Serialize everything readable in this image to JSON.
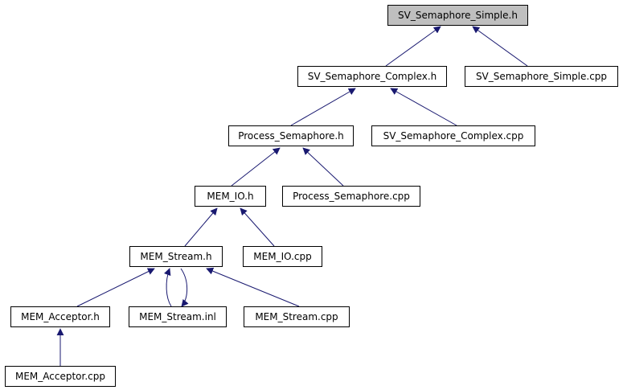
{
  "diagram": {
    "colors": {
      "edge": "#191970",
      "root_fill": "#bfbfbf",
      "node_fill": "#ffffff",
      "border": "#000000"
    },
    "nodes": {
      "sv_semaphore_simple_h": "SV_Semaphore_Simple.h",
      "sv_semaphore_complex_h": "SV_Semaphore_Complex.h",
      "sv_semaphore_simple_cpp": "SV_Semaphore_Simple.cpp",
      "process_semaphore_h": "Process_Semaphore.h",
      "sv_semaphore_complex_cpp": "SV_Semaphore_Complex.cpp",
      "mem_io_h": "MEM_IO.h",
      "process_semaphore_cpp": "Process_Semaphore.cpp",
      "mem_stream_h": "MEM_Stream.h",
      "mem_io_cpp": "MEM_IO.cpp",
      "mem_acceptor_h": "MEM_Acceptor.h",
      "mem_stream_inl": "MEM_Stream.inl",
      "mem_stream_cpp": "MEM_Stream.cpp",
      "mem_acceptor_cpp": "MEM_Acceptor.cpp"
    },
    "edges": [
      {
        "from": "sv_semaphore_complex_h",
        "to": "sv_semaphore_simple_h"
      },
      {
        "from": "sv_semaphore_simple_cpp",
        "to": "sv_semaphore_simple_h"
      },
      {
        "from": "process_semaphore_h",
        "to": "sv_semaphore_complex_h"
      },
      {
        "from": "sv_semaphore_complex_cpp",
        "to": "sv_semaphore_complex_h"
      },
      {
        "from": "mem_io_h",
        "to": "process_semaphore_h"
      },
      {
        "from": "process_semaphore_cpp",
        "to": "process_semaphore_h"
      },
      {
        "from": "mem_stream_h",
        "to": "mem_io_h"
      },
      {
        "from": "mem_io_cpp",
        "to": "mem_io_h"
      },
      {
        "from": "mem_acceptor_h",
        "to": "mem_stream_h"
      },
      {
        "from": "mem_stream_inl",
        "to": "mem_stream_h"
      },
      {
        "from": "mem_stream_h",
        "to": "mem_stream_inl"
      },
      {
        "from": "mem_stream_cpp",
        "to": "mem_stream_h"
      },
      {
        "from": "mem_acceptor_cpp",
        "to": "mem_acceptor_h"
      }
    ]
  }
}
